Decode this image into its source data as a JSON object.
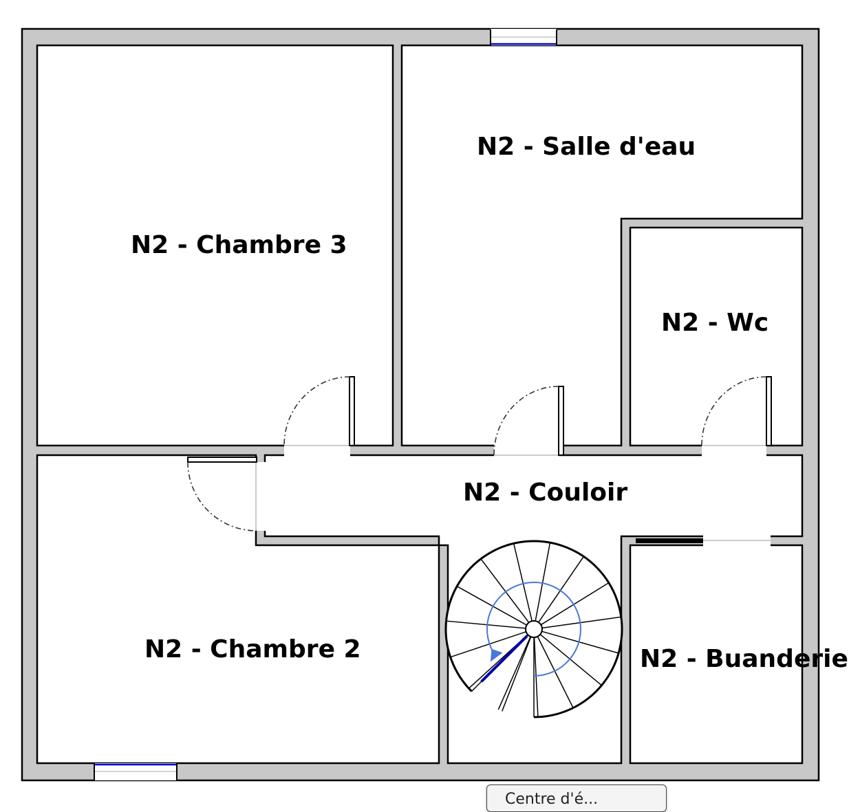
{
  "plan": {
    "rooms": [
      {
        "id": "chambre3",
        "label": "N2 - Chambre 3"
      },
      {
        "id": "salle",
        "label": "N2 - Salle d'eau"
      },
      {
        "id": "wc",
        "label": "N2 - Wc"
      },
      {
        "id": "couloir",
        "label": "N2 - Couloir"
      },
      {
        "id": "chambre2",
        "label": "N2 - Chambre 2"
      },
      {
        "id": "buanderie",
        "label": "N2 - Buanderie"
      }
    ]
  },
  "colors": {
    "wall_fill": "#c8c8c8",
    "wall_line": "#000000",
    "window": "#0000cc",
    "stair_arrow": "#4a78d8",
    "door_arc": "#333333"
  },
  "tooltip": {
    "text": "Centre d'é..."
  }
}
